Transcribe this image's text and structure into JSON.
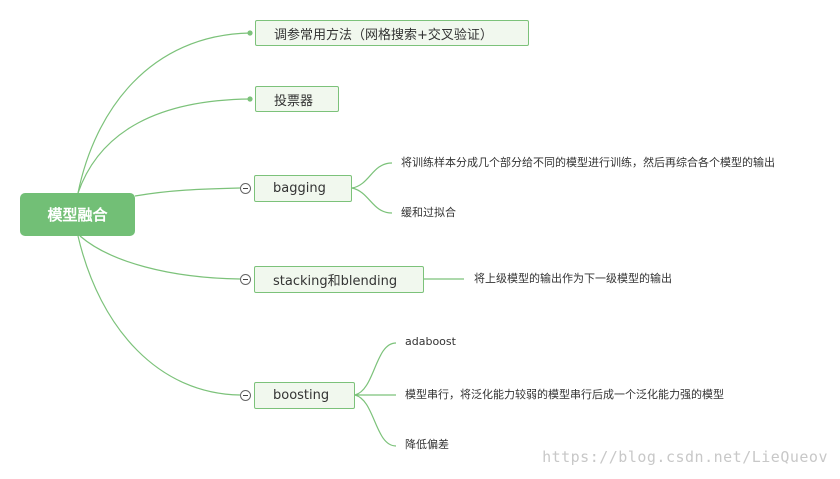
{
  "root": {
    "label": "模型融合"
  },
  "branches": [
    {
      "label": "调参常用方法（网格搜索+交叉验证）"
    },
    {
      "label": "投票器"
    },
    {
      "label": "bagging",
      "children": [
        "将训练样本分成几个部分给不同的模型进行训练，然后再综合各个模型的输出",
        "缓和过拟合"
      ]
    },
    {
      "label": "stacking和blending",
      "children": [
        "将上级模型的输出作为下一级模型的输出"
      ]
    },
    {
      "label": "boosting",
      "children": [
        "adaboost",
        "模型串行，将泛化能力较弱的模型串行后成一个泛化能力强的模型",
        "降低偏差"
      ]
    }
  ],
  "watermark": "https://blog.csdn.net/LieQueov",
  "colors": {
    "root": "#72bf76",
    "node_bg": "#f1f8ee",
    "line": "#7cc27a"
  }
}
